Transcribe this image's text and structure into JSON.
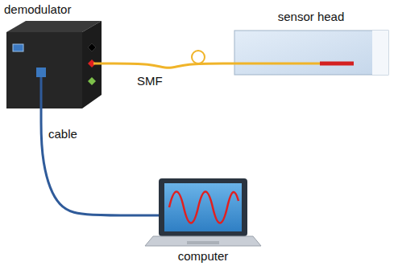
{
  "diagram": {
    "nodes": [
      {
        "text": [
          "demodulator"
        ]
      },
      {
        "text": [
          "sensor head"
        ]
      },
      {
        "text": [
          "computer"
        ]
      }
    ],
    "edges": [
      {
        "from": 0,
        "to": 1,
        "arrow": "none",
        "label": "SMF"
      },
      {
        "from": 0,
        "to": 2,
        "arrow": "none",
        "label": "cable"
      }
    ]
  }
}
